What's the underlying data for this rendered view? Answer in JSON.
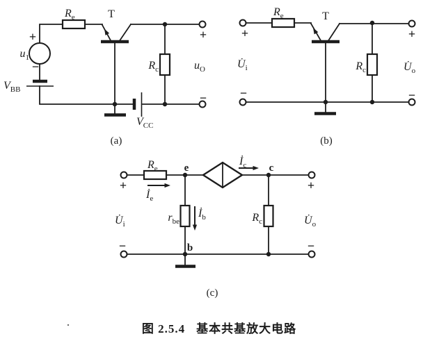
{
  "colors": {
    "ink": "#1c1c1c",
    "paper": "#ffffff"
  },
  "caption": {
    "figure_label": "图 2.5.4",
    "title": "基本共基放大电路"
  },
  "panel_a": {
    "caption": "(a)",
    "re": {
      "m": "R",
      "s": "e"
    },
    "transistor": "T",
    "u1": {
      "m": "u",
      "s": "1"
    },
    "vbb": {
      "m": "V",
      "s": "BB"
    },
    "vcc": {
      "m": "V",
      "s": "CC"
    },
    "rc": {
      "m": "R",
      "s": "c"
    },
    "uo": {
      "m": "u",
      "s": "O"
    },
    "plus_src": "+",
    "minus_src": "−",
    "plus_out": "+",
    "minus_out": "−"
  },
  "panel_b": {
    "caption": "(b)",
    "re": {
      "m": "R",
      "s": "e"
    },
    "transistor": "T",
    "rc": {
      "m": "R",
      "s": "c"
    },
    "ui": {
      "m": "U̇",
      "s": "i"
    },
    "uo": {
      "m": "U̇",
      "s": "o"
    },
    "plus_in": "+",
    "minus_in": "−",
    "plus_out": "+",
    "minus_out": "−"
  },
  "panel_c": {
    "caption": "(c)",
    "re": {
      "m": "R",
      "s": "e"
    },
    "ie": {
      "m": "İ",
      "s": "e"
    },
    "ic": {
      "m": "İ",
      "s": "c"
    },
    "ib": {
      "m": "İ",
      "s": "b"
    },
    "rbe": {
      "m": "r",
      "s": "be"
    },
    "rc": {
      "m": "R",
      "s": "c"
    },
    "ui": {
      "m": "U̇",
      "s": "i"
    },
    "uo": {
      "m": "U̇",
      "s": "o"
    },
    "node_e": "e",
    "node_c": "c",
    "node_b": "b",
    "plus_in": "+",
    "minus_in": "−",
    "plus_out": "+",
    "minus_out": "−"
  }
}
